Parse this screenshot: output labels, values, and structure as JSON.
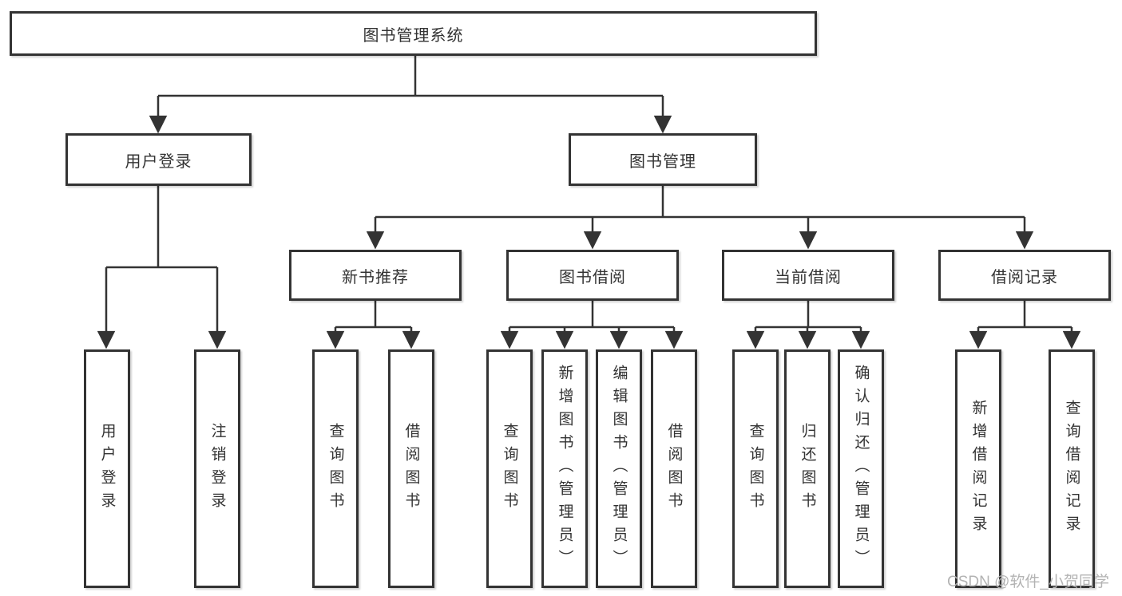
{
  "diagram": {
    "tree": {
      "label": "图书管理系统",
      "children": [
        {
          "label": "用户登录",
          "children": [
            {
              "label": "用户登录"
            },
            {
              "label": "注销登录"
            }
          ]
        },
        {
          "label": "图书管理",
          "children": [
            {
              "label": "新书推荐",
              "children": [
                {
                  "label": "查询图书"
                },
                {
                  "label": "借阅图书"
                }
              ]
            },
            {
              "label": "图书借阅",
              "children": [
                {
                  "label": "查询图书"
                },
                {
                  "label": "新增图书（管理员）"
                },
                {
                  "label": "编辑图书（管理员）"
                },
                {
                  "label": "借阅图书"
                }
              ]
            },
            {
              "label": "当前借阅",
              "children": [
                {
                  "label": "查询图书"
                },
                {
                  "label": "归还图书"
                },
                {
                  "label": "确认归还（管理员）"
                }
              ]
            },
            {
              "label": "借阅记录",
              "children": [
                {
                  "label": "新增借阅记录"
                },
                {
                  "label": "查询借阅记录"
                }
              ]
            }
          ]
        }
      ]
    },
    "colors": {
      "line": "#333333",
      "text": "#333333",
      "box_background": "#ffffff",
      "watermark": "#b3b3b3"
    },
    "watermark": "CSDN @软件_小贺同学"
  }
}
